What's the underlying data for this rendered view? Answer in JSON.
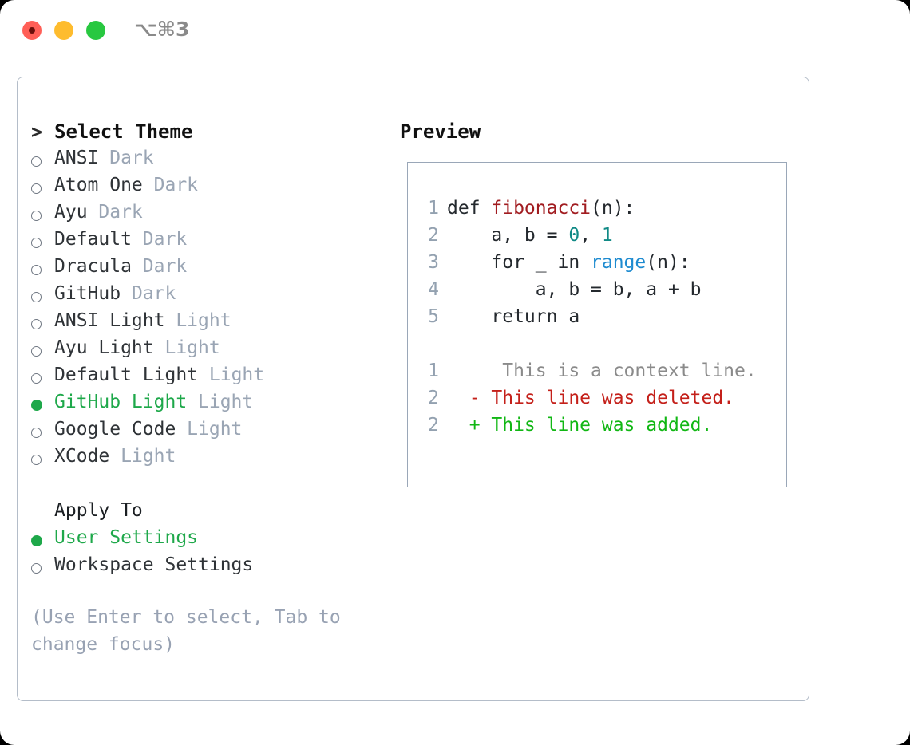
{
  "window": {
    "shortcut": "⌥⌘3",
    "traffic_lights": [
      {
        "name": "close-button",
        "color": "#ff5f57"
      },
      {
        "name": "minimize-button",
        "color": "#febc2e"
      },
      {
        "name": "maximize-button",
        "color": "#28c840"
      }
    ]
  },
  "theme_list": {
    "header_marker": ">",
    "header": "Select Theme",
    "items": [
      {
        "marker": "○",
        "selected": false,
        "label": "ANSI",
        "suffix": "Dark"
      },
      {
        "marker": "○",
        "selected": false,
        "label": "Atom One",
        "suffix": "Dark"
      },
      {
        "marker": "○",
        "selected": false,
        "label": "Ayu",
        "suffix": "Dark"
      },
      {
        "marker": "○",
        "selected": false,
        "label": "Default",
        "suffix": "Dark"
      },
      {
        "marker": "○",
        "selected": false,
        "label": "Dracula",
        "suffix": "Dark"
      },
      {
        "marker": "○",
        "selected": false,
        "label": "GitHub",
        "suffix": "Dark"
      },
      {
        "marker": "○",
        "selected": false,
        "label": "ANSI Light",
        "suffix": "Light"
      },
      {
        "marker": "○",
        "selected": false,
        "label": "Ayu Light",
        "suffix": "Light"
      },
      {
        "marker": "○",
        "selected": false,
        "label": "Default Light",
        "suffix": "Light"
      },
      {
        "marker": "●",
        "selected": true,
        "label": "GitHub Light",
        "suffix": "Light"
      },
      {
        "marker": "○",
        "selected": false,
        "label": "Google Code",
        "suffix": "Light"
      },
      {
        "marker": "○",
        "selected": false,
        "label": "XCode",
        "suffix": "Light"
      }
    ]
  },
  "apply_to": {
    "header": "Apply To",
    "items": [
      {
        "marker": "●",
        "selected": true,
        "label": "User Settings"
      },
      {
        "marker": "○",
        "selected": false,
        "label": "Workspace Settings"
      }
    ]
  },
  "hint": "(Use Enter to select, Tab to change focus)",
  "preview": {
    "title": "Preview",
    "code_lines": [
      {
        "n": "1",
        "parts": [
          {
            "t": "def ",
            "cls": "tok-plain"
          },
          {
            "t": "fibonacci",
            "cls": "tok-fn"
          },
          {
            "t": "(n):",
            "cls": "tok-plain"
          }
        ]
      },
      {
        "n": "2",
        "parts": [
          {
            "t": "    a, b = ",
            "cls": "tok-plain"
          },
          {
            "t": "0",
            "cls": "tok-num"
          },
          {
            "t": ", ",
            "cls": "tok-plain"
          },
          {
            "t": "1",
            "cls": "tok-num"
          }
        ]
      },
      {
        "n": "3",
        "parts": [
          {
            "t": "    for _ in ",
            "cls": "tok-plain"
          },
          {
            "t": "range",
            "cls": "tok-builtin"
          },
          {
            "t": "(n):",
            "cls": "tok-plain"
          }
        ]
      },
      {
        "n": "4",
        "parts": [
          {
            "t": "        a, b = b, a + b",
            "cls": "tok-plain"
          }
        ]
      },
      {
        "n": "5",
        "parts": [
          {
            "t": "    return a",
            "cls": "tok-plain"
          }
        ]
      }
    ],
    "diff_lines": [
      {
        "n": "1",
        "sign": " ",
        "text": "  This is a context line.",
        "cls": "diff-ctx"
      },
      {
        "n": "2",
        "sign": "-",
        "text": " This line was deleted.",
        "cls": "diff-del"
      },
      {
        "n": "2",
        "sign": "+",
        "text": " This line was added.",
        "cls": "diff-add"
      }
    ]
  },
  "colors": {
    "accent_green": "#1ea84a",
    "muted_gray": "#9aa5b4",
    "hint_gray": "#98a2b3",
    "panel_border": "#b4bdc9",
    "preview_border": "#9aa7b8",
    "line_number": "#93a1b0",
    "diff_add": "#11b714",
    "diff_del": "#c4201a",
    "syntax_fn": "#a11c20",
    "syntax_num": "#118a86",
    "syntax_builtin": "#1e8bd0"
  }
}
